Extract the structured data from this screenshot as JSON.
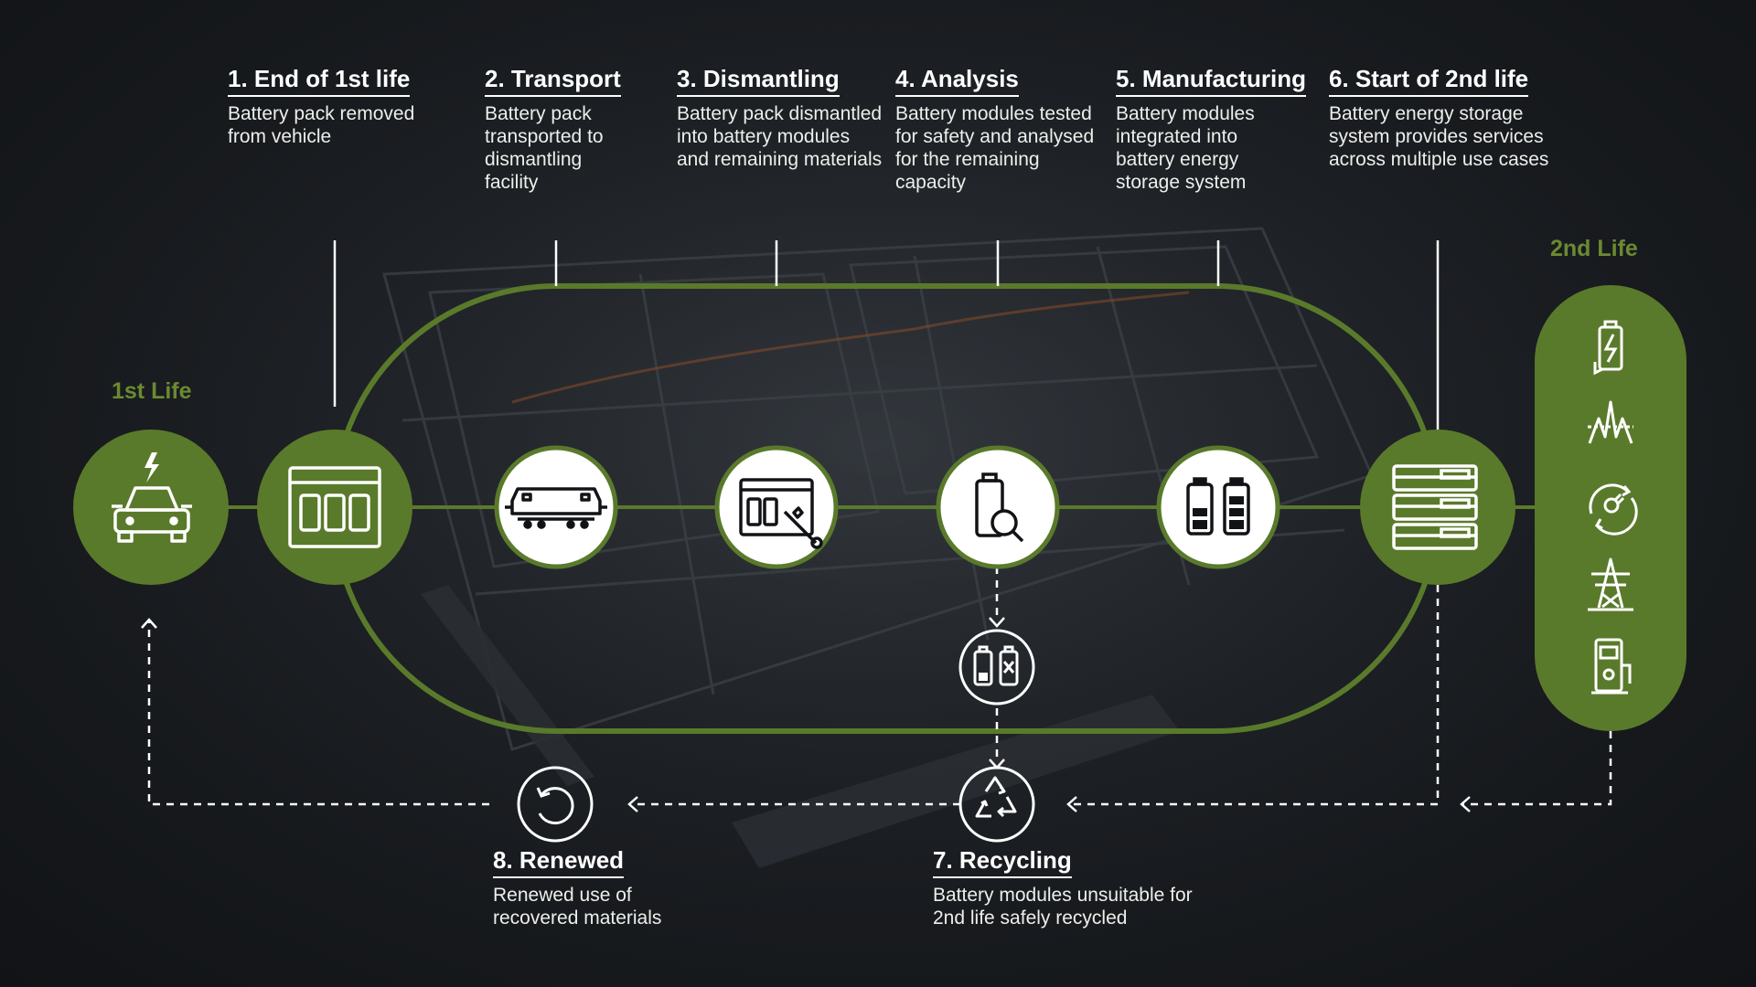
{
  "colors": {
    "accent": "#5a7a2b",
    "accent_text": "#6b8a32",
    "line": "#ffffff",
    "background": "#1b1e22"
  },
  "life_labels": {
    "first": "1st Life",
    "second": "2nd Life"
  },
  "steps": [
    {
      "title": "1. End of 1st life",
      "description": "Battery pack removed from vehicle",
      "icon": "battery-pack-icon"
    },
    {
      "title": "2. Transport",
      "description": "Battery pack transported to dismantling facility",
      "icon": "transport-icon"
    },
    {
      "title": "3. Dismantling",
      "description": "Battery pack dismantled into battery modules and remaining materials",
      "icon": "dismantling-wrench-icon"
    },
    {
      "title": "4. Analysis",
      "description": "Battery modules tested for safety and analysed for the remaining capacity",
      "icon": "battery-magnifier-icon"
    },
    {
      "title": "5. Manufacturing",
      "description": "Battery modules integrated into battery energy storage system",
      "icon": "battery-modules-icon"
    },
    {
      "title": "6. Start of 2nd life",
      "description": "Battery energy storage system provides services across multiple use cases",
      "icon": "energy-storage-rack-icon"
    }
  ],
  "bottom_steps": [
    {
      "title": "7. Recycling",
      "description": "Battery modules unsuitable for 2nd life safely recycled",
      "icon": "recycling-icon"
    },
    {
      "title": "8. Renewed",
      "description": "Renewed use of recovered materials",
      "icon": "renewed-icon"
    }
  ],
  "nodes": {
    "first_life": "electric-car-icon",
    "unsuitable": "battery-unsuitable-icon"
  },
  "second_life_uses": [
    "battery-charging-icon",
    "grid-signal-icon",
    "power-plug-cycle-icon",
    "power-pylon-icon",
    "ev-charger-icon"
  ]
}
